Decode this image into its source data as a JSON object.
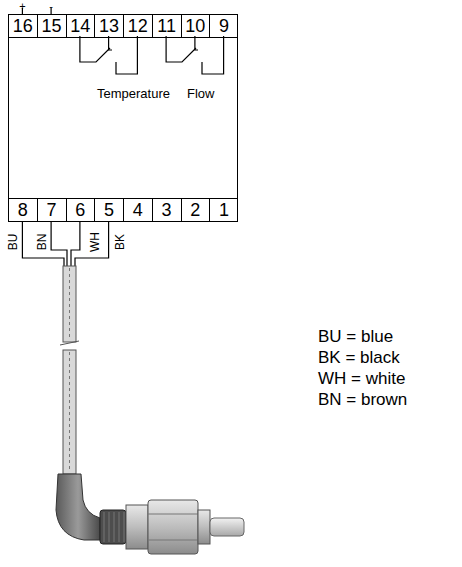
{
  "diagram": {
    "nodes": [
      {
        "text": [
          "Temperature",
          "Flow"
        ]
      },
      {
        "text": [
          "16"
        ],
        "in": 0
      },
      {
        "text": [
          "15"
        ],
        "in": 0
      },
      {
        "text": [
          "14"
        ],
        "in": 0
      },
      {
        "text": [
          "13"
        ],
        "in": 0
      },
      {
        "text": [
          "12"
        ],
        "in": 0
      },
      {
        "text": [
          "11"
        ],
        "in": 0
      },
      {
        "text": [
          "10"
        ],
        "in": 0
      },
      {
        "text": [
          "9"
        ],
        "in": 0
      },
      {
        "text": [
          "8"
        ],
        "in": 0
      },
      {
        "text": [
          "7"
        ],
        "in": 0
      },
      {
        "text": [
          "6"
        ],
        "in": 0
      },
      {
        "text": [
          "5"
        ],
        "in": 0
      },
      {
        "text": [
          "4"
        ],
        "in": 0
      },
      {
        "text": [
          "3"
        ],
        "in": 0
      },
      {
        "text": [
          "2"
        ],
        "in": 0
      },
      {
        "text": [
          "1"
        ],
        "in": 0
      }
    ],
    "labels": [
      "+",
      "-",
      "BU",
      "BN",
      "WH",
      "BK"
    ],
    "legend": [
      {
        "text": "BU = blue"
      },
      {
        "text": "BK = black"
      },
      {
        "text": "WH = white"
      },
      {
        "text": "BN = brown"
      }
    ]
  }
}
